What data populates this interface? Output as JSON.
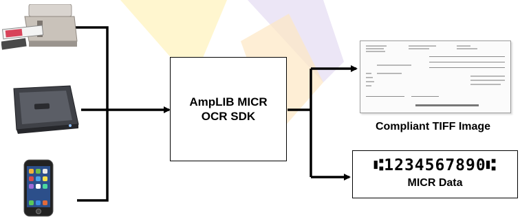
{
  "sdk": {
    "line1": "AmpLIB MICR",
    "line2": "OCR SDK"
  },
  "outputs": {
    "tiff_label": "Compliant TIFF Image",
    "micr_sample": "⑆1234567890⑆",
    "micr_label": "MICR Data"
  },
  "inputs": [
    {
      "name": "check scanner",
      "icon": "check-scanner-icon"
    },
    {
      "name": "flatbed scanner",
      "icon": "flatbed-scanner-icon"
    },
    {
      "name": "smartphone",
      "icon": "smartphone-icon"
    }
  ],
  "colors": {
    "line": "#000000",
    "watermark_yellow": "#fff6cf",
    "watermark_orange": "#fde7c3",
    "watermark_violet": "#ece6f6"
  }
}
